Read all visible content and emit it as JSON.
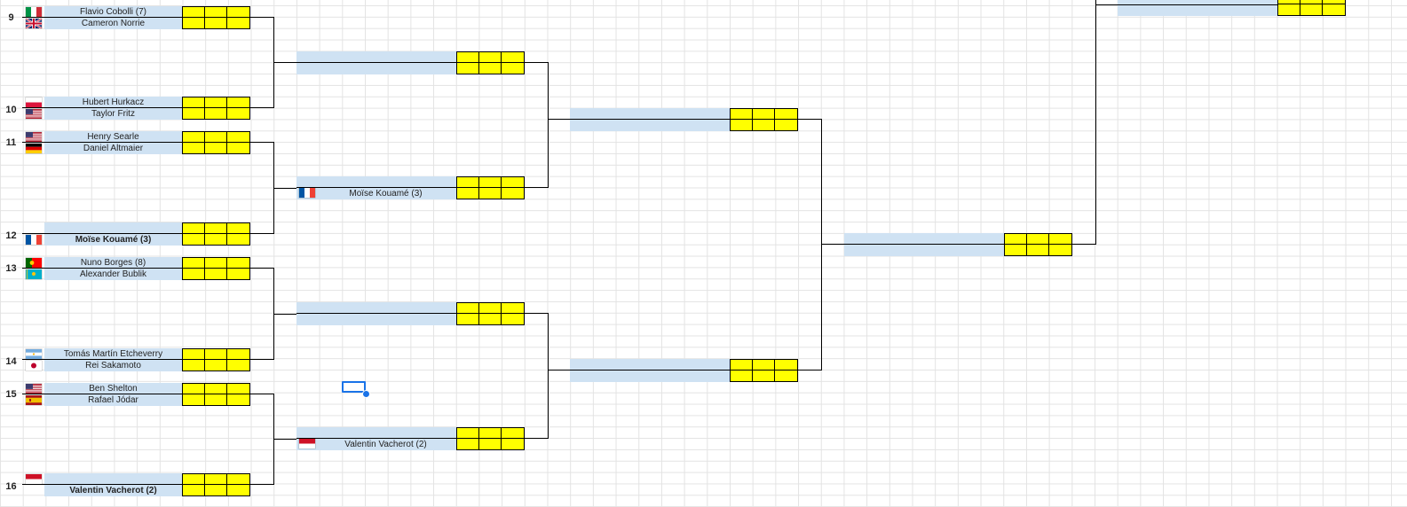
{
  "bracket": {
    "round1": [
      {
        "top_seed": "9",
        "bottom_seed": "",
        "top": {
          "name": "Flavio Cobolli (7)",
          "flag": "italy"
        },
        "bottom": {
          "name": "Cameron Norrie",
          "flag": "uk"
        }
      },
      {
        "top_seed": "",
        "bottom_seed": "10",
        "top": {
          "name": "Hubert Hurkacz",
          "flag": "poland"
        },
        "bottom": {
          "name": "Taylor Fritz",
          "flag": "usa"
        }
      },
      {
        "top_seed": "11",
        "bottom_seed": "",
        "top": {
          "name": "Henry Searle",
          "flag": "usa"
        },
        "bottom": {
          "name": "Daniel Altmaier",
          "flag": "germany"
        }
      },
      {
        "top_seed": "",
        "bottom_seed": "12",
        "top": {
          "name": "",
          "flag": ""
        },
        "bottom": {
          "name": "Moïse Kouamé (3)",
          "flag": "france",
          "bold": true
        }
      },
      {
        "top_seed": "13",
        "bottom_seed": "",
        "top": {
          "name": "Nuno Borges (8)",
          "flag": "portugal"
        },
        "bottom": {
          "name": "Alexander Bublik",
          "flag": "kazakhstan"
        }
      },
      {
        "top_seed": "",
        "bottom_seed": "14",
        "top": {
          "name": "Tomás Martín Etcheverry",
          "flag": "argentina"
        },
        "bottom": {
          "name": "Rei Sakamoto",
          "flag": "japan"
        }
      },
      {
        "top_seed": "15",
        "bottom_seed": "",
        "top": {
          "name": "Ben Shelton",
          "flag": "usa"
        },
        "bottom": {
          "name": "Rafael Jódar",
          "flag": "spain"
        }
      },
      {
        "top_seed": "",
        "bottom_seed": "16",
        "top": {
          "name": "",
          "flag": "monaco"
        },
        "bottom": {
          "name": "Valentin Vacherot (2)",
          "flag": "",
          "bold": true
        }
      }
    ],
    "round2": [
      {
        "top": {
          "name": "",
          "flag": ""
        },
        "bottom": {
          "name": "",
          "flag": ""
        }
      },
      {
        "top": {
          "name": "",
          "flag": ""
        },
        "bottom": {
          "name": "Moïse Kouamé (3)",
          "flag": "france"
        }
      },
      {
        "top": {
          "name": "",
          "flag": ""
        },
        "bottom": {
          "name": "",
          "flag": ""
        }
      },
      {
        "top": {
          "name": "",
          "flag": "monaco"
        },
        "bottom": {
          "name": "Valentin Vacherot (2)",
          "flag": ""
        }
      }
    ],
    "round3": [
      {
        "top": {
          "name": ""
        },
        "bottom": {
          "name": ""
        }
      },
      {
        "top": {
          "name": ""
        },
        "bottom": {
          "name": ""
        }
      }
    ],
    "round4": [
      {
        "top": {
          "name": ""
        },
        "bottom": {
          "name": ""
        }
      }
    ]
  },
  "colors": {
    "name_fill": "#cfe2f3",
    "score_fill": "#ffff00",
    "selection": "#1a73e8",
    "gridline": "#e3e3e3"
  },
  "selection": {
    "icon": "fill-handle-icon"
  }
}
